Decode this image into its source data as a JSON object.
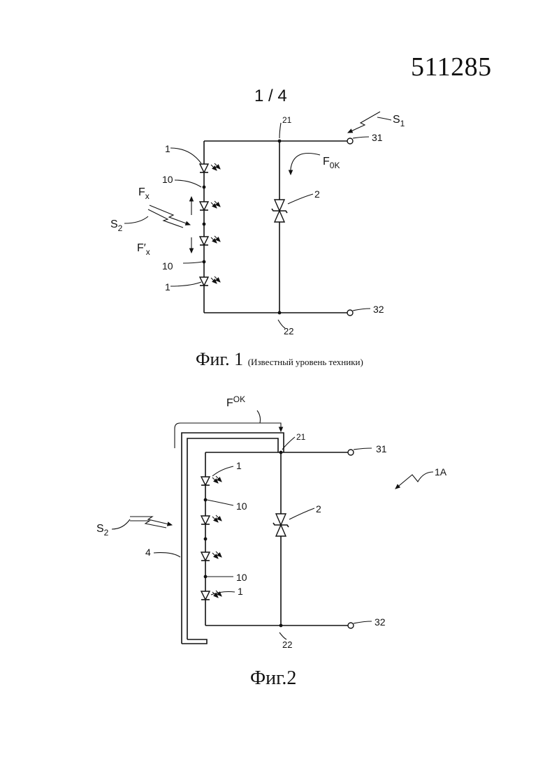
{
  "header": {
    "patent_number": "511285",
    "sheet": "1 / 4"
  },
  "fig1": {
    "caption": "Фиг. 1",
    "caption_note": "(Известный уровень техники)",
    "labels": {
      "node_top": "21",
      "node_bottom": "22",
      "terminal_top": "31",
      "terminal_bottom": "32",
      "led_top": "1",
      "led_bottom": "1",
      "connector_top": "10",
      "connector_bottom": "10",
      "suppressor": "2",
      "signal_s1": "S",
      "signal_s1_sub": "1",
      "signal_s2": "S",
      "signal_s2_sub": "2",
      "flow_fok": "F",
      "flow_fok_sub": "0K",
      "flow_fx": "F",
      "flow_fx_sub": "x",
      "flow_fx2": "F′",
      "flow_fx2_sub": "x"
    }
  },
  "fig2": {
    "caption": "Фиг.2",
    "labels": {
      "node_top": "21",
      "node_bottom": "22",
      "terminal_top": "31",
      "terminal_bottom": "32",
      "led_top": "1",
      "led_bottom": "1",
      "connector_top": "10",
      "connector_bottom": "10",
      "suppressor": "2",
      "shield": "4",
      "assembly": "1A",
      "signal_s2": "S",
      "signal_s2_sub": "2",
      "flow_fok": "F",
      "flow_fok_sub": "OK"
    }
  }
}
